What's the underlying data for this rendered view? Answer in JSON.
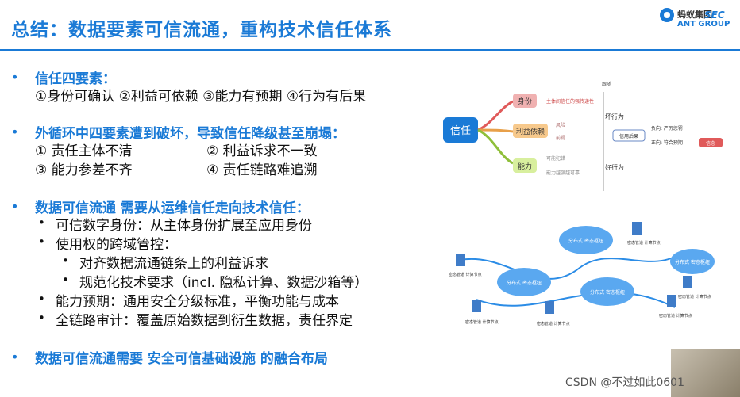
{
  "slide": {
    "title": "总结：数据要素可信流通，重构技术信任体系",
    "logo": {
      "cn": "蚂蚁集团",
      "en": "ANT GROUP",
      "sec": "SEC"
    },
    "sections": [
      {
        "heading": "信任四要素：",
        "lines": [
          "①身份可确认 ②利益可依赖 ③能力有预期 ④行为有后果"
        ]
      },
      {
        "heading": "外循环中四要素遭到破坏，导致信任降级甚至崩塌：",
        "grid": [
          "① 责任主体不清",
          "② 利益诉求不一致",
          "③ 能力参差不齐",
          "④ 责任链路难追溯"
        ]
      },
      {
        "heading": "数据可信流通 需要从运维信任走向技术信任：",
        "items": [
          "可信数字身份：从主体身份扩展至应用身份",
          "使用权的跨域管控：",
          "对齐数据流通链条上的利益诉求",
          "规范化技术要求（incl. 隐私计算、数据沙箱等）",
          "能力预期：通用安全分级标准，平衡功能与成本",
          "全链路审计：覆盖原始数据到衍生数据，责任界定"
        ]
      },
      {
        "heading": "数据可信流通需要 安全可信基础设施 的融合布局"
      }
    ],
    "mindmap": {
      "root": "信任",
      "branches": [
        "身份",
        "利益依赖",
        "能力"
      ],
      "details": [
        "主体间信任的强传递性",
        "风险",
        "前提",
        "可能犯错",
        "能力越强越可靠"
      ],
      "right": [
        "信用后果",
        "负向: 严厉惩罚",
        "正向: 符合预期",
        "信念"
      ],
      "labels": [
        "坏行为",
        "好行为",
        "跟随"
      ]
    },
    "network": {
      "clouds": [
        "分布式\n密态枢纽",
        "分布式\n密态枢纽",
        "分布式\n密态枢纽",
        "分布式\n密态枢纽"
      ],
      "nodes": [
        "密态管道\n计算节点",
        "密态管道\n计算节点",
        "密态管道\n计算节点",
        "密态管道\n计算节点",
        "密态管道\n计算节点",
        "密态管道\n计算节点"
      ]
    },
    "footer": "CSDN @不过如此0601"
  }
}
